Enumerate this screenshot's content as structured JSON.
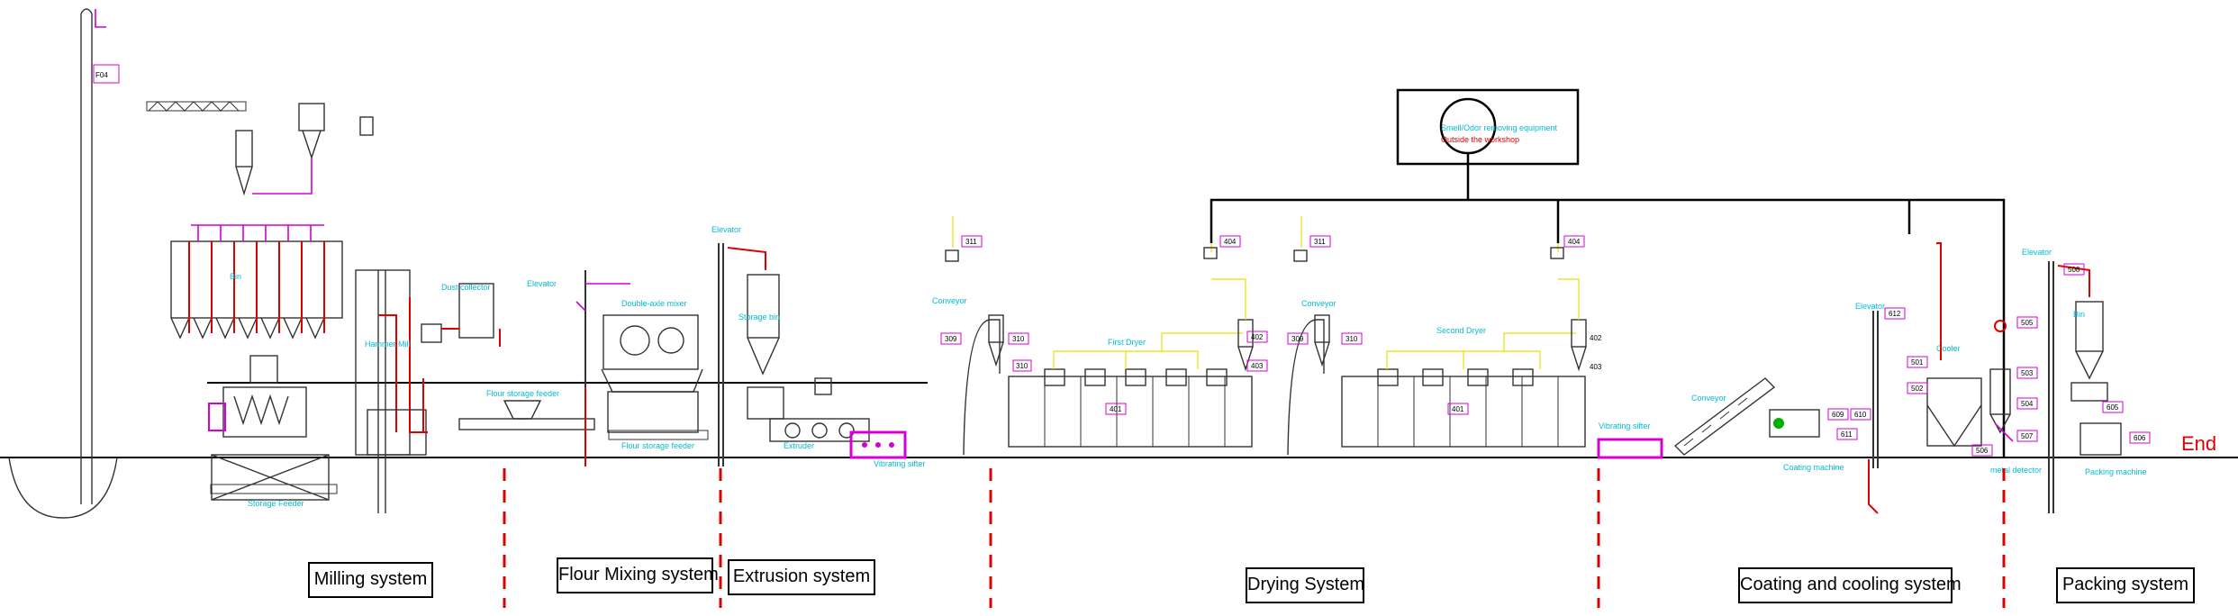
{
  "systems": [
    {
      "label": "Milling system"
    },
    {
      "label": "Flour Mixing system"
    },
    {
      "label": "Extrusion  system"
    },
    {
      "label": "Drying System"
    },
    {
      "label": "Coating and cooling system"
    },
    {
      "label": "Packing system"
    }
  ],
  "end_label": "End",
  "equipment": {
    "fo4": "F04",
    "bin": "Bin",
    "elevator": "Elevator",
    "conveyor": "Conveyor",
    "first_dryer": "First Dryer",
    "second_dryer": "Second Dryer",
    "cooler": "Cooler",
    "vibrating_sifter": "Vibrating sifter",
    "coating_machine": "Coating machine",
    "packing_machine": "Packing machine",
    "metal_detector": "metal detector",
    "extruder": "Extruder",
    "storage_bin": "Storage bin",
    "flour_storage_feeder": "Flour storage feeder",
    "mixer": "Double-axle mixer",
    "storage_feeder": "Storage Feeder",
    "dust_collector": "Dust collector",
    "hammer_mill": "Hammer Mill"
  },
  "odor": {
    "line1": "Smell/Odor removing equipment",
    "line2": "Outside the workshop"
  },
  "tags": {
    "t311a": "311",
    "t309": "309",
    "t310": "310",
    "t404a": "404",
    "t402a": "402",
    "t403a": "403",
    "t401a": "401",
    "t311b": "311",
    "t309b": "309",
    "t310b": "310",
    "t404b": "404",
    "t402b": "402",
    "t403b": "403",
    "t401b": "401",
    "t612": "612",
    "t609": "609",
    "t610": "610",
    "t611": "611",
    "t501": "501",
    "t502": "502",
    "t505": "505",
    "t503": "503",
    "t504": "504",
    "t506": "506",
    "t507": "507",
    "t508": "508",
    "t605": "605",
    "t606": "606"
  },
  "colors": {
    "dashed_divider": "#e00000",
    "label_cyan": "#00bcd4",
    "tag_magenta": "#d400d4",
    "end_red": "#e00000",
    "pipe_yellow": "#e8e000"
  }
}
